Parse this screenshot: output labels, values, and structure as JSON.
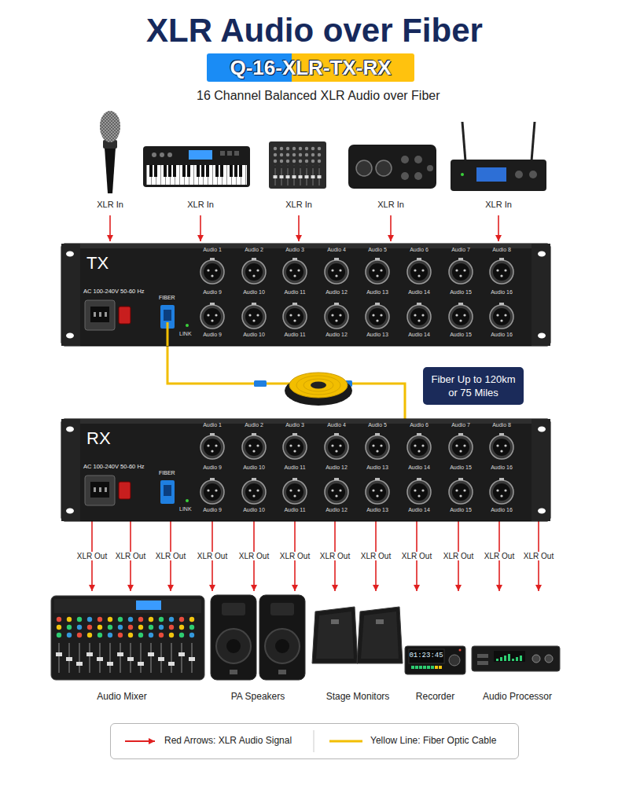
{
  "diagram": {
    "title": "XLR Audio over Fiber",
    "nodes": [
      {
        "text": [
          "Q-16-XLR-TX-RX"
        ]
      },
      {
        "text": [
          "TX",
          "AC 100-240V 50-60 Hz",
          "FIBER",
          "LINK",
          "Audio 1",
          "Audio 2",
          "Audio 3",
          "Audio 4",
          "Audio 5",
          "Audio 6",
          "Audio 7",
          "Audio 8",
          "Audio 9",
          "Audio 10",
          "Audio 11",
          "Audio 12",
          "Audio 13",
          "Audio 14",
          "Audio 15",
          "Audio 16",
          "Audio 9",
          "Audio 10",
          "Audio 11",
          "Audio 12",
          "Audio 13",
          "Audio 14",
          "Audio 15",
          "Audio 16"
        ]
      },
      {
        "text": [
          "RX",
          "AC 100-240V 50-60 Hz",
          "FIBER",
          "LINK",
          "Audio 1",
          "Audio 2",
          "Audio 3",
          "Audio 4",
          "Audio 5",
          "Audio 6",
          "Audio 7",
          "Audio 8",
          "Audio 9",
          "Audio 10",
          "Audio 11",
          "Audio 12",
          "Audio 13",
          "Audio 14",
          "Audio 15",
          "Audio 16",
          "Audio 9",
          "Audio 10",
          "Audio 11",
          "Audio 12",
          "Audio 13",
          "Audio 14",
          "Audio 15",
          "Audio 16"
        ]
      },
      {
        "text": [
          "Fiber Up to 120km or 75 Miles"
        ]
      },
      {
        "text": [
          "Audio Mixer"
        ]
      },
      {
        "text": [
          "PA Speakers"
        ]
      },
      {
        "text": [
          "Stage Monitors"
        ]
      },
      {
        "text": [
          "Recorder"
        ]
      },
      {
        "text": [
          "Audio Processor"
        ]
      }
    ],
    "edges": [
      {
        "from": 1,
        "to": 2,
        "arrow": "none"
      },
      {
        "from": 2,
        "to": 4,
        "arrow": "to",
        "label": "XLR Out"
      },
      {
        "from": 2,
        "to": 4,
        "arrow": "to",
        "label": "XLR Out"
      },
      {
        "from": 2,
        "to": 4,
        "arrow": "to",
        "label": "XLR Out"
      },
      {
        "from": 2,
        "to": 5,
        "arrow": "to",
        "label": "XLR Out"
      },
      {
        "from": 2,
        "to": 5,
        "arrow": "to",
        "label": "XLR Out"
      },
      {
        "from": 2,
        "to": 5,
        "arrow": "to",
        "label": "XLR Out"
      },
      {
        "from": 2,
        "to": 6,
        "arrow": "to",
        "label": "XLR Out"
      },
      {
        "from": 2,
        "to": 6,
        "arrow": "to",
        "label": "XLR Out"
      },
      {
        "from": 2,
        "to": 7,
        "arrow": "to",
        "label": "XLR Out"
      },
      {
        "from": 2,
        "to": 7,
        "arrow": "to",
        "label": "XLR Out"
      },
      {
        "from": 2,
        "to": 8,
        "arrow": "to",
        "label": "XLR Out"
      },
      {
        "from": 2,
        "to": 8,
        "arrow": "to",
        "label": "XLR Out"
      }
    ],
    "labels": [
      "16 Channel Balanced XLR Audio over Fiber",
      "XLR In",
      "XLR In",
      "XLR In",
      "XLR In",
      "XLR In",
      "01:23:45"
    ],
    "legend": [
      {
        "text": "Red Arrows: XLR Audio Signal"
      },
      {
        "text": "Yellow Line: Fiber Optic Cable"
      }
    ]
  }
}
